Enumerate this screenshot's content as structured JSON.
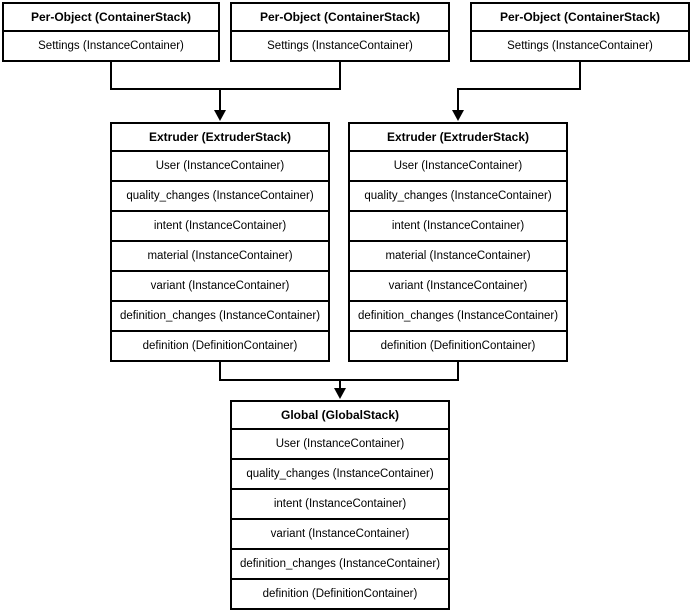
{
  "diagram": {
    "background_color": "#ffffff",
    "border_color": "#000000",
    "text_color": "#000000",
    "per_object_stacks": [
      {
        "title": "Per-Object (ContainerStack)",
        "rows": [
          "Settings (InstanceContainer)"
        ]
      },
      {
        "title": "Per-Object (ContainerStack)",
        "rows": [
          "Settings (InstanceContainer)"
        ]
      },
      {
        "title": "Per-Object (ContainerStack)",
        "rows": [
          "Settings (InstanceContainer)"
        ]
      }
    ],
    "extruder_stacks": [
      {
        "title": "Extruder (ExtruderStack)",
        "rows": [
          "User (InstanceContainer)",
          "quality_changes (InstanceContainer)",
          "intent (InstanceContainer)",
          "material (InstanceContainer)",
          "variant (InstanceContainer)",
          "definition_changes (InstanceContainer)",
          "definition (DefinitionContainer)"
        ]
      },
      {
        "title": "Extruder (ExtruderStack)",
        "rows": [
          "User (InstanceContainer)",
          "quality_changes (InstanceContainer)",
          "intent (InstanceContainer)",
          "material (InstanceContainer)",
          "variant (InstanceContainer)",
          "definition_changes (InstanceContainer)",
          "definition (DefinitionContainer)"
        ]
      }
    ],
    "global_stack": {
      "title": "Global (GlobalStack)",
      "rows": [
        "User (InstanceContainer)",
        "quality_changes (InstanceContainer)",
        "intent (InstanceContainer)",
        "variant (InstanceContainer)",
        "definition_changes (InstanceContainer)",
        "definition (DefinitionContainer)"
      ]
    },
    "connections": [
      {
        "from": "per-object-stack-1",
        "to": "extruder-stack-1"
      },
      {
        "from": "per-object-stack-2",
        "to": "extruder-stack-1"
      },
      {
        "from": "per-object-stack-3",
        "to": "extruder-stack-2"
      },
      {
        "from": "extruder-stack-1",
        "to": "global-stack"
      },
      {
        "from": "extruder-stack-2",
        "to": "global-stack"
      }
    ]
  }
}
